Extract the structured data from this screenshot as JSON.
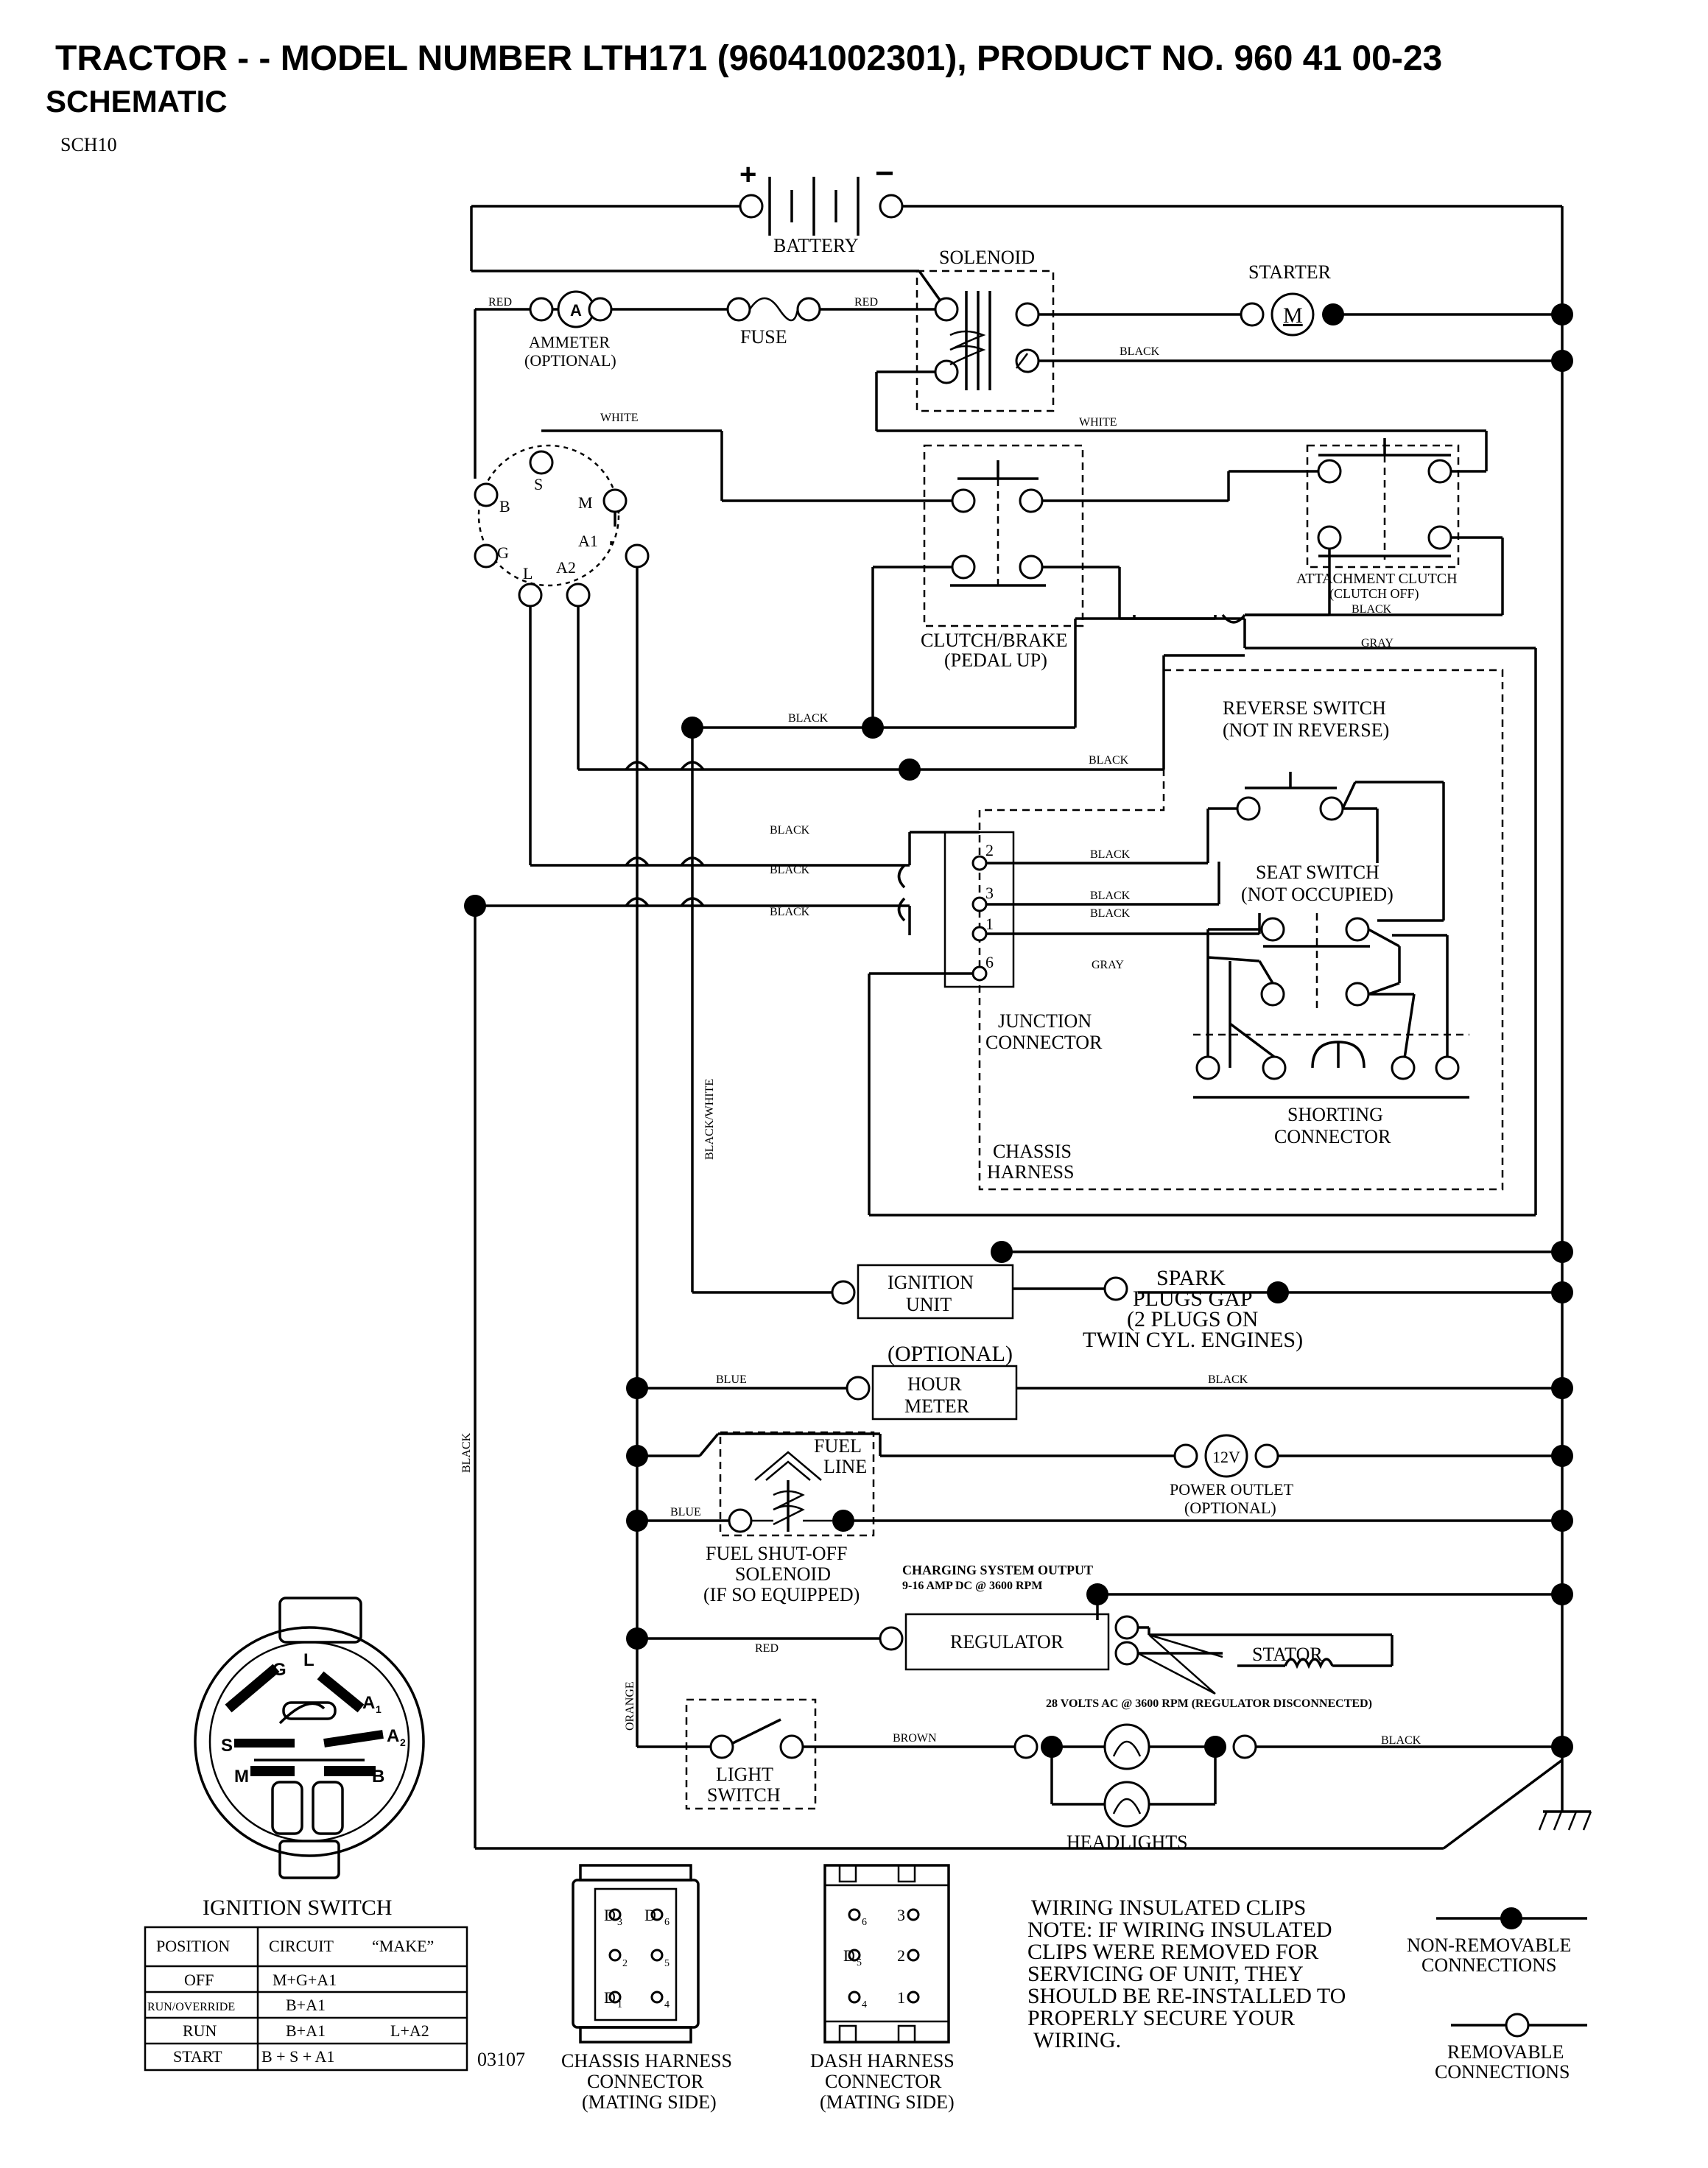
{
  "header": {
    "title": "TRACTOR - - MODEL NUMBER LTH171 (96041002301), PRODUCT NO. 960 41 00-23",
    "subtitle": "SCHEMATIC",
    "code": "SCH10",
    "footer_code": "03107"
  },
  "components": {
    "battery": "BATTERY",
    "battery_plus": "+",
    "battery_minus": "−",
    "solenoid": "SOLENOID",
    "starter": "STARTER",
    "starter_motor": "M",
    "ammeter": "AMMETER",
    "ammeter_optional": "(OPTIONAL)",
    "ammeter_symbol": "A",
    "fuse": "FUSE",
    "clutch_brake": "CLUTCH/BRAKE",
    "clutch_brake_sub": "(PEDAL UP)",
    "attachment_clutch": "ATTACHMENT CLUTCH",
    "attachment_clutch_sub": "(CLUTCH OFF)",
    "reverse_switch": "REVERSE SWITCH",
    "reverse_switch_sub": "(NOT IN REVERSE)",
    "seat_switch": "SEAT SWITCH",
    "seat_switch_sub": "(NOT OCCUPIED)",
    "junction_connector_1": "JUNCTION",
    "junction_connector_2": "CONNECTOR",
    "shorting_connector_1": "SHORTING",
    "shorting_connector_2": "CONNECTOR",
    "chassis_harness_1": "CHASSIS",
    "chassis_harness_2": "HARNESS",
    "ignition_unit_1": "IGNITION",
    "ignition_unit_2": "UNIT",
    "spark_1": "SPARK",
    "spark_2": "PLUGS GAP",
    "spark_3": "(2 PLUGS ON",
    "spark_4": "TWIN CYL. ENGINES)",
    "hour_meter_opt": "(OPTIONAL)",
    "hour_meter_1": "HOUR",
    "hour_meter_2": "METER",
    "fuel_line_1": "FUEL",
    "fuel_line_2": "LINE",
    "power_outlet_symbol": "12V",
    "power_outlet": "POWER OUTLET",
    "power_outlet_sub": "(OPTIONAL)",
    "fuel_solenoid_1": "FUEL SHUT-OFF",
    "fuel_solenoid_2": "SOLENOID",
    "fuel_solenoid_3": "(IF SO EQUIPPED)",
    "charging_1": "CHARGING SYSTEM OUTPUT",
    "charging_2": "9-16 AMP DC @ 3600 RPM",
    "regulator": "REGULATOR",
    "stator": "STATOR",
    "stator_ac": "28 VOLTS AC @ 3600 RPM (REGULATOR DISCONNECTED)",
    "light_switch_1": "LIGHT",
    "light_switch_2": "SWITCH",
    "headlights": "HEADLIGHTS"
  },
  "ignition_switch": {
    "terminals": {
      "B": "B",
      "S": "S",
      "M": "M",
      "A1": "A1",
      "G": "G",
      "L": "L",
      "A2": "A2"
    },
    "face": {
      "G": "G",
      "L": "L",
      "A": "A",
      "sub1": "1",
      "sub2": "2",
      "S": "S",
      "M": "M",
      "B": "B"
    },
    "title": "IGNITION SWITCH",
    "table_headers": {
      "position": "POSITION",
      "circuit": "CIRCUIT",
      "make": "“MAKE”"
    },
    "rows": [
      {
        "position": "OFF",
        "circuit": "M+G+A1",
        "extra": ""
      },
      {
        "position": "RUN/OVERRIDE",
        "circuit": "B+A1",
        "extra": ""
      },
      {
        "position": "RUN",
        "circuit": "B+A1",
        "extra": "L+A2"
      },
      {
        "position": "START",
        "circuit": "B + S + A1",
        "extra": ""
      }
    ]
  },
  "wire_labels": {
    "red": "RED",
    "white": "WHITE",
    "black": "BLACK",
    "gray": "GRAY",
    "blue": "BLUE",
    "brown": "BROWN",
    "orange": "ORANGE",
    "black_white": "BLACK/WHITE"
  },
  "junction_pins": [
    "2",
    "3",
    "1",
    "6"
  ],
  "connectors": {
    "chassis_1": "CHASSIS HARNESS",
    "chassis_2": "CONNECTOR",
    "chassis_3": "(MATING SIDE)",
    "dash_1": "DASH HARNESS",
    "dash_2": "CONNECTOR",
    "dash_3": "(MATING SIDE)",
    "chassis_pins": [
      {
        "l": "D",
        "s": "3"
      },
      {
        "l": "D",
        "s": "6"
      },
      {
        "l": "",
        "s": "2"
      },
      {
        "l": "",
        "s": "5"
      },
      {
        "l": "D",
        "s": "1"
      },
      {
        "l": "",
        "s": "4"
      }
    ],
    "dash_pins": [
      {
        "l": "",
        "s": "6"
      },
      {
        "l": "3",
        "s": ""
      },
      {
        "l": "D",
        "s": "5"
      },
      {
        "l": "2",
        "s": ""
      },
      {
        "l": "",
        "s": "4"
      },
      {
        "l": "1",
        "s": ""
      }
    ]
  },
  "notes": {
    "clips_title": "WIRING INSULATED CLIPS",
    "lines": [
      "NOTE:  IF WIRING INSULATED",
      "CLIPS WERE REMOVED FOR",
      "SERVICING OF UNIT, THEY",
      "SHOULD BE RE-INSTALLED TO",
      "PROPERLY SECURE YOUR",
      "WIRING."
    ]
  },
  "legend": {
    "non_removable_1": "NON-REMOVABLE",
    "non_removable_2": "CONNECTIONS",
    "removable_1": "REMOVABLE",
    "removable_2": "CONNECTIONS"
  }
}
